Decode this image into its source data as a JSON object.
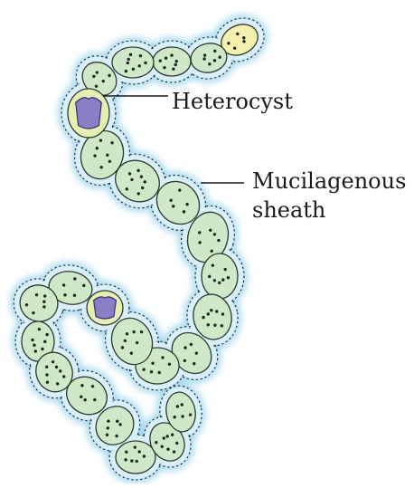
{
  "labels": {
    "heterocyst": "Heterocyst",
    "sheath_line1": "Mucilagenous",
    "sheath_line2": "sheath"
  },
  "colors": {
    "cell_fill": "#cfe9c8",
    "cell_stroke": "#2f3a2f",
    "heterocyst_fill": "#8a7fc4",
    "heterocyst_stroke": "#3a2f6b",
    "heterocyst_wall": "#e6efb3",
    "terminal_cell_fill": "#f5f0ae",
    "sheath_glow": "#9fd6ef",
    "sheath_outline": "#1a1a1a",
    "dot": "#1f261f"
  }
}
